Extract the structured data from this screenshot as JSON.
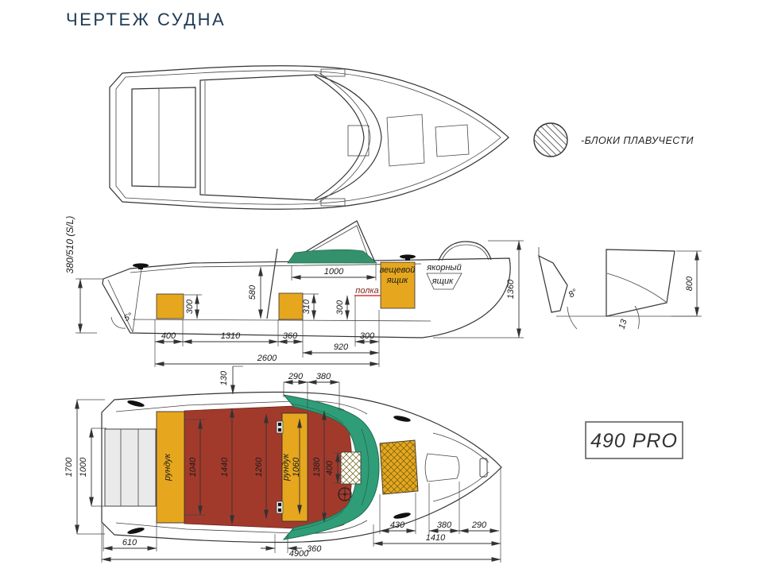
{
  "page": {
    "title": "ЧЕРТЕЖ СУДНА"
  },
  "legend": {
    "buoyancy_label": "-БЛОКИ ПЛАВУЧЕСТИ"
  },
  "badge": {
    "model": "490 PRO"
  },
  "colors": {
    "title_navy": "#1d3a56",
    "locker_yellow": "#e6a71e",
    "floor_red": "#a23a2c",
    "console_teal": "#2f9d78",
    "hull_gray": "#e8e8e8",
    "shelf_highlight": "#d23b35"
  },
  "side": {
    "transom_height": "380/510 (S/L)",
    "bow_height": "1360",
    "transom_angle": "5°",
    "console_width": "1000",
    "cockpit_depth": "580",
    "locker_front_h": "300",
    "locker_mid_h": "310",
    "shelf_h": "300",
    "shelf": "полка",
    "glove1": "вещевой",
    "glove2": "ящик",
    "anchor1": "якорный",
    "anchor2": "ящик",
    "d400": "400",
    "d1310": "1310",
    "d360": "360",
    "d300": "300",
    "d920": "920",
    "d2600": "2600"
  },
  "transom": {
    "angle_bottom": "8°",
    "angle_mid": "13",
    "height": "800"
  },
  "plan": {
    "beam": "1700",
    "transom_w": "1000",
    "deck_w": "130",
    "d290t": "290",
    "d380t": "380",
    "locker1": "рундук",
    "locker1_len": "1040",
    "floor1": "1440",
    "floor2": "1260",
    "locker2": "рундук",
    "locker2_len": "1060",
    "floor3": "1380",
    "console_box_w": "400",
    "d610": "610",
    "d360": "360",
    "d430": "430",
    "d380": "380",
    "d290": "290",
    "d1410": "1410",
    "length": "4900"
  }
}
